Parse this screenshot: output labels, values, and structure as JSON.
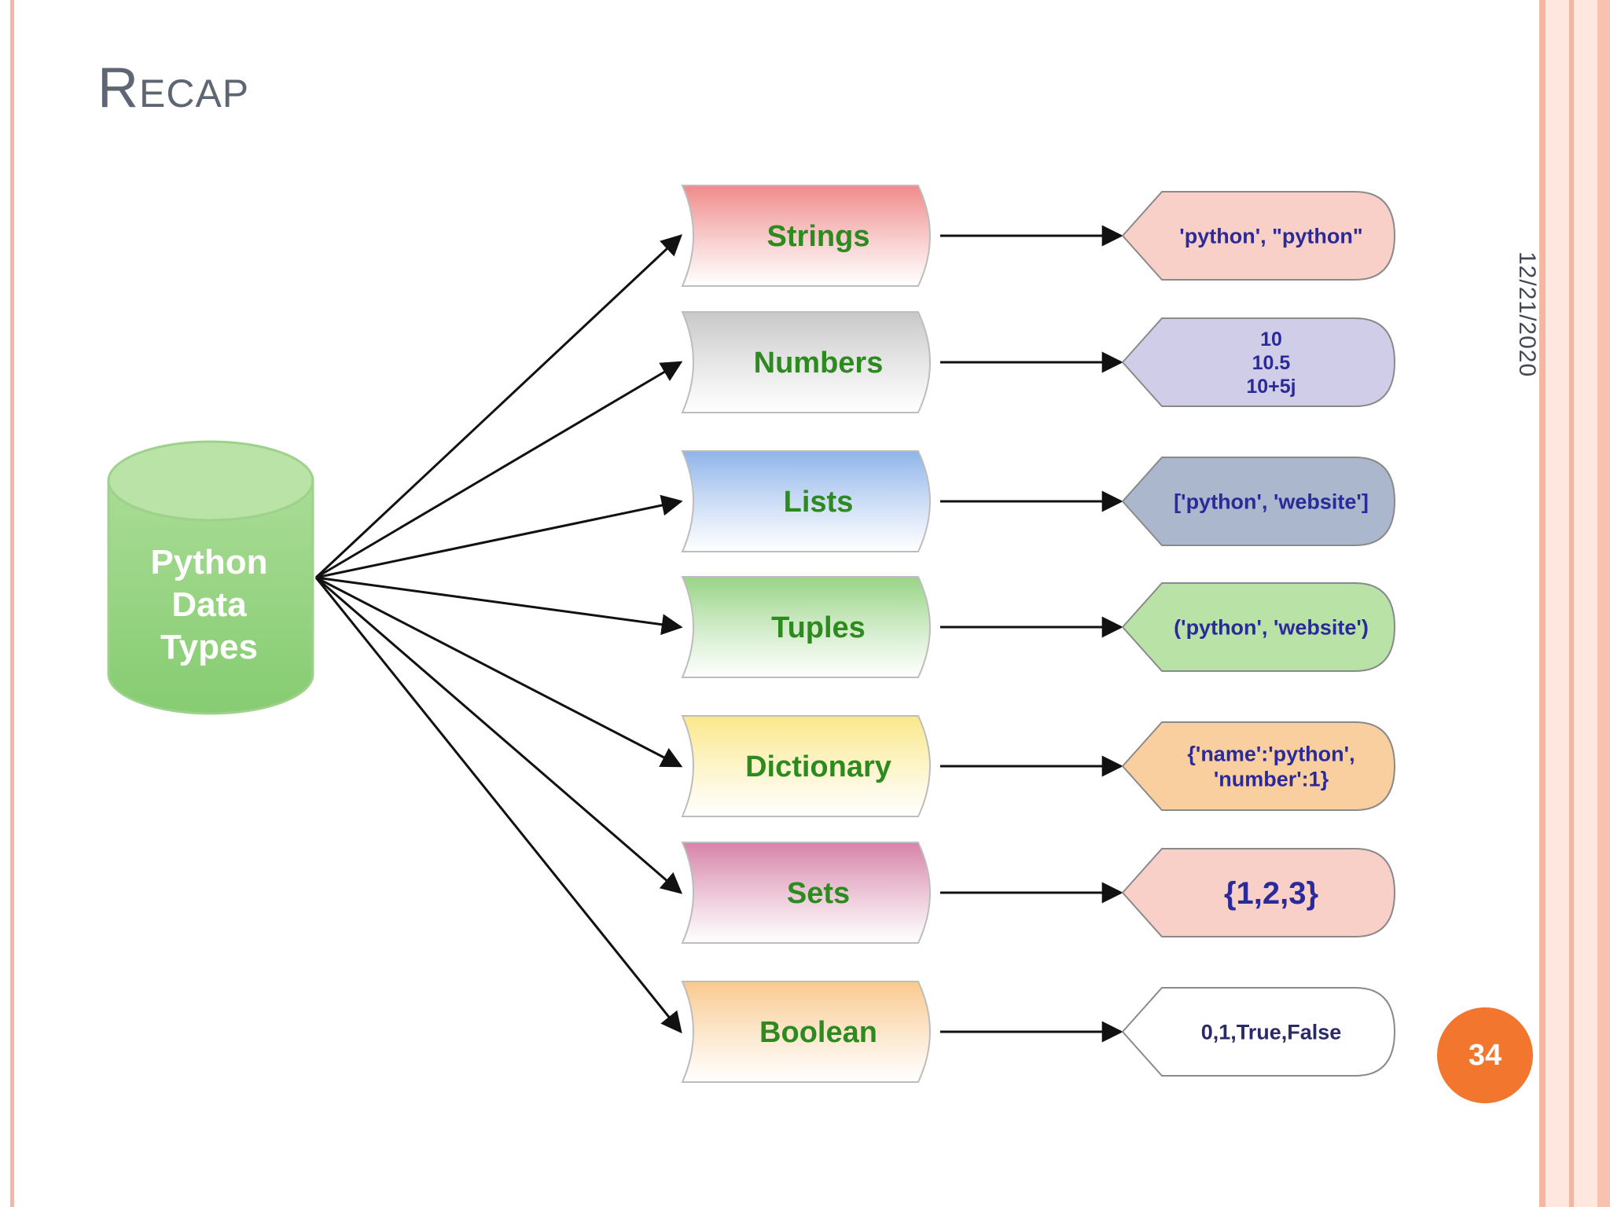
{
  "slide": {
    "title": "Recap",
    "date": "12/21/2020",
    "page_number": "34"
  },
  "diagram": {
    "root": {
      "lines": [
        "Python",
        "Data",
        "Types"
      ],
      "color": "#8ccf78"
    },
    "types": [
      {
        "label": "Strings",
        "example_lines": [
          "'python', \"python\""
        ],
        "fill": "#f08a8a",
        "example_fill": "#f8d0c8"
      },
      {
        "label": "Numbers",
        "example_lines": [
          "10",
          "10.5",
          "10+5j"
        ],
        "fill": "#c8c8c8",
        "example_fill": "#cfcde8"
      },
      {
        "label": "Lists",
        "example_lines": [
          "['python', 'website']"
        ],
        "fill": "#8fb4ea",
        "example_fill": "#aab7cc"
      },
      {
        "label": "Tuples",
        "example_lines": [
          "('python', 'website')"
        ],
        "fill": "#98d486",
        "example_fill": "#b8e2a6"
      },
      {
        "label": "Dictionary",
        "example_lines": [
          "{'name':'python',",
          "'number':1}"
        ],
        "fill": "#fbe88a",
        "example_fill": "#f9cfa0"
      },
      {
        "label": "Sets",
        "example_lines": [
          "{1,2,3}"
        ],
        "fill": "#d683a8",
        "example_fill": "#f8d0c8"
      },
      {
        "label": "Boolean",
        "example_lines": [
          "0,1,True,False"
        ],
        "fill": "#f9c98e",
        "example_fill": "#ffffff"
      }
    ]
  },
  "colors": {
    "accent": "#f2762e",
    "rule": "#f4b7a3",
    "title": "#5f6673",
    "type_label": "#2d8a1f",
    "example_text": "#2a2a9a"
  }
}
